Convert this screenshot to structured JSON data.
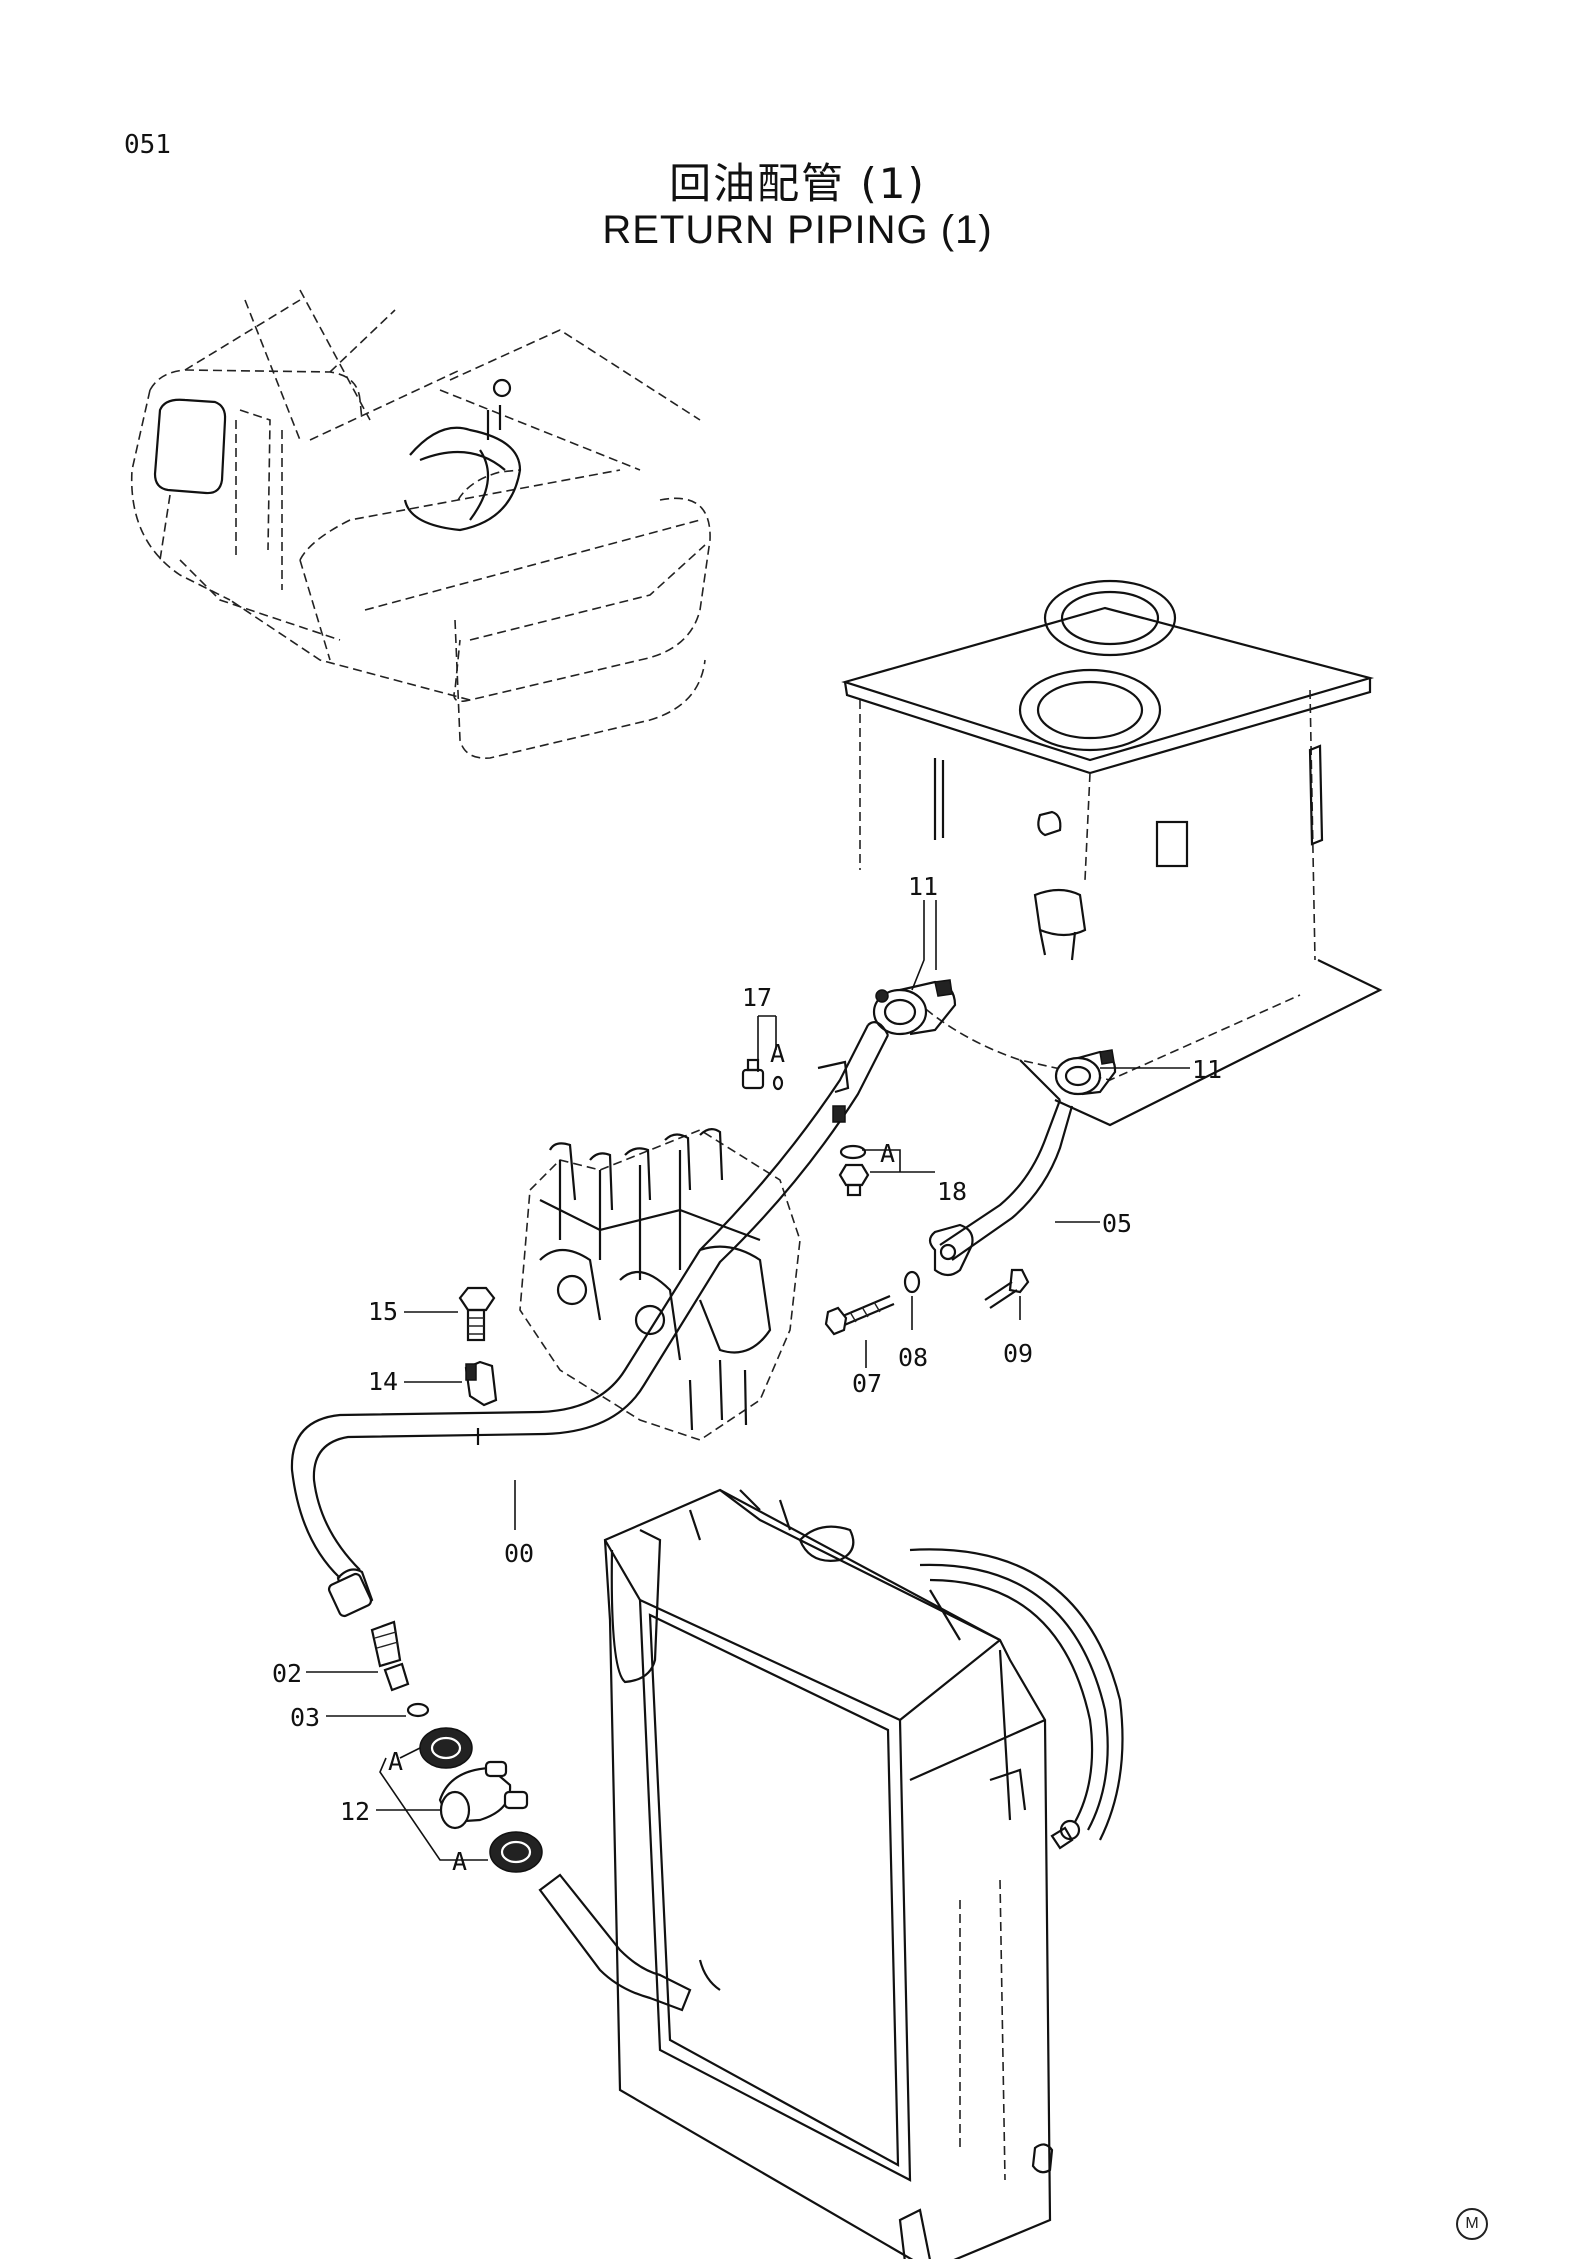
{
  "page_number": "051",
  "title_cn": "回油配管 (1)",
  "title_en": "RETURN  PIPING (1)",
  "corner_mark": "M",
  "callouts": {
    "c11_top": "11",
    "c11_right": "11",
    "c17": "17",
    "cA_top": "A",
    "cA_18": "A",
    "c18": "18",
    "c05": "05",
    "c15": "15",
    "c14": "14",
    "c07": "07",
    "c08": "08",
    "c09": "09",
    "c00": "00",
    "c02": "02",
    "c03": "03",
    "cA_upper": "A",
    "c12": "12",
    "cA_lower": "A"
  }
}
